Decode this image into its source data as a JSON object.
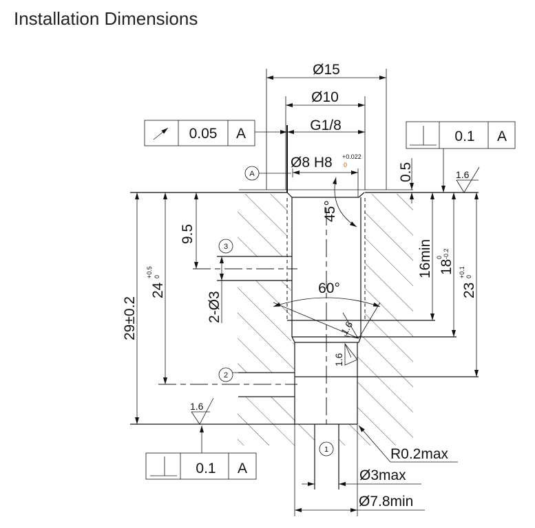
{
  "title": "Installation Dimensions",
  "dimensions": {
    "d15": "Ø15",
    "d10": "Ø10",
    "thread": "G1/8",
    "bore": "Ø8 H8",
    "bore_tol_upper": "+0.022",
    "bore_tol_lower": "0",
    "chamfer_depth": "0.5",
    "angle_45": "45°",
    "angle_60": "60°",
    "d9_5": "9.5",
    "port_holes": "2-Ø3",
    "d24": "24",
    "d24_tol_upper": "+0.5",
    "d24_tol_lower": "0",
    "d29": "29±0.2",
    "d16": "16min",
    "d18": "18",
    "d18_tol_upper": "0",
    "d18_tol_lower": "-0.2",
    "d23": "23",
    "d23_tol_upper": "+0.1",
    "d23_tol_lower": "0",
    "radius": "R0.2max",
    "d3max": "Ø3max",
    "d7_8": "Ø7.8min"
  },
  "tolerance_frames": [
    {
      "symbol": "runout",
      "value": "0.05",
      "datum": "A"
    },
    {
      "symbol": "perpendicularity",
      "value": "0.1",
      "datum": "A"
    },
    {
      "symbol": "perpendicularity",
      "value": "0.1",
      "datum": "A"
    }
  ],
  "datum_label": "A",
  "surface_roughness": [
    "1.6",
    "1.6",
    "1.6",
    "1.6"
  ],
  "ports": [
    "1",
    "2",
    "3"
  ]
}
